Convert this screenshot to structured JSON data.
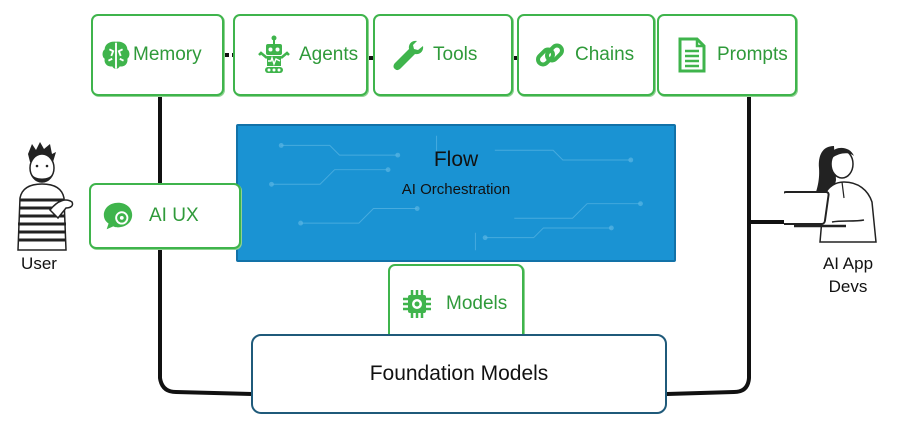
{
  "components": {
    "memory": "Memory",
    "agents": "Agents",
    "tools": "Tools",
    "chains": "Chains",
    "prompts": "Prompts",
    "ai_ux": "AI UX",
    "models": "Models"
  },
  "flow": {
    "title": "Flow",
    "subtitle": "AI Orchestration"
  },
  "foundation": "Foundation Models",
  "actors": {
    "user": "User",
    "devs_line1": "AI App",
    "devs_line2": "Devs"
  },
  "colors": {
    "green": "#3fb44c",
    "green_text": "#2f9a3a",
    "flow_blue": "#1a93d3",
    "foundation_border": "#1f5a7a",
    "line": "#111111"
  },
  "icons": [
    "brain-icon",
    "robot-icon",
    "wrench-icon",
    "chain-link-icon",
    "document-icon",
    "chat-gear-icon",
    "chip-icon"
  ]
}
